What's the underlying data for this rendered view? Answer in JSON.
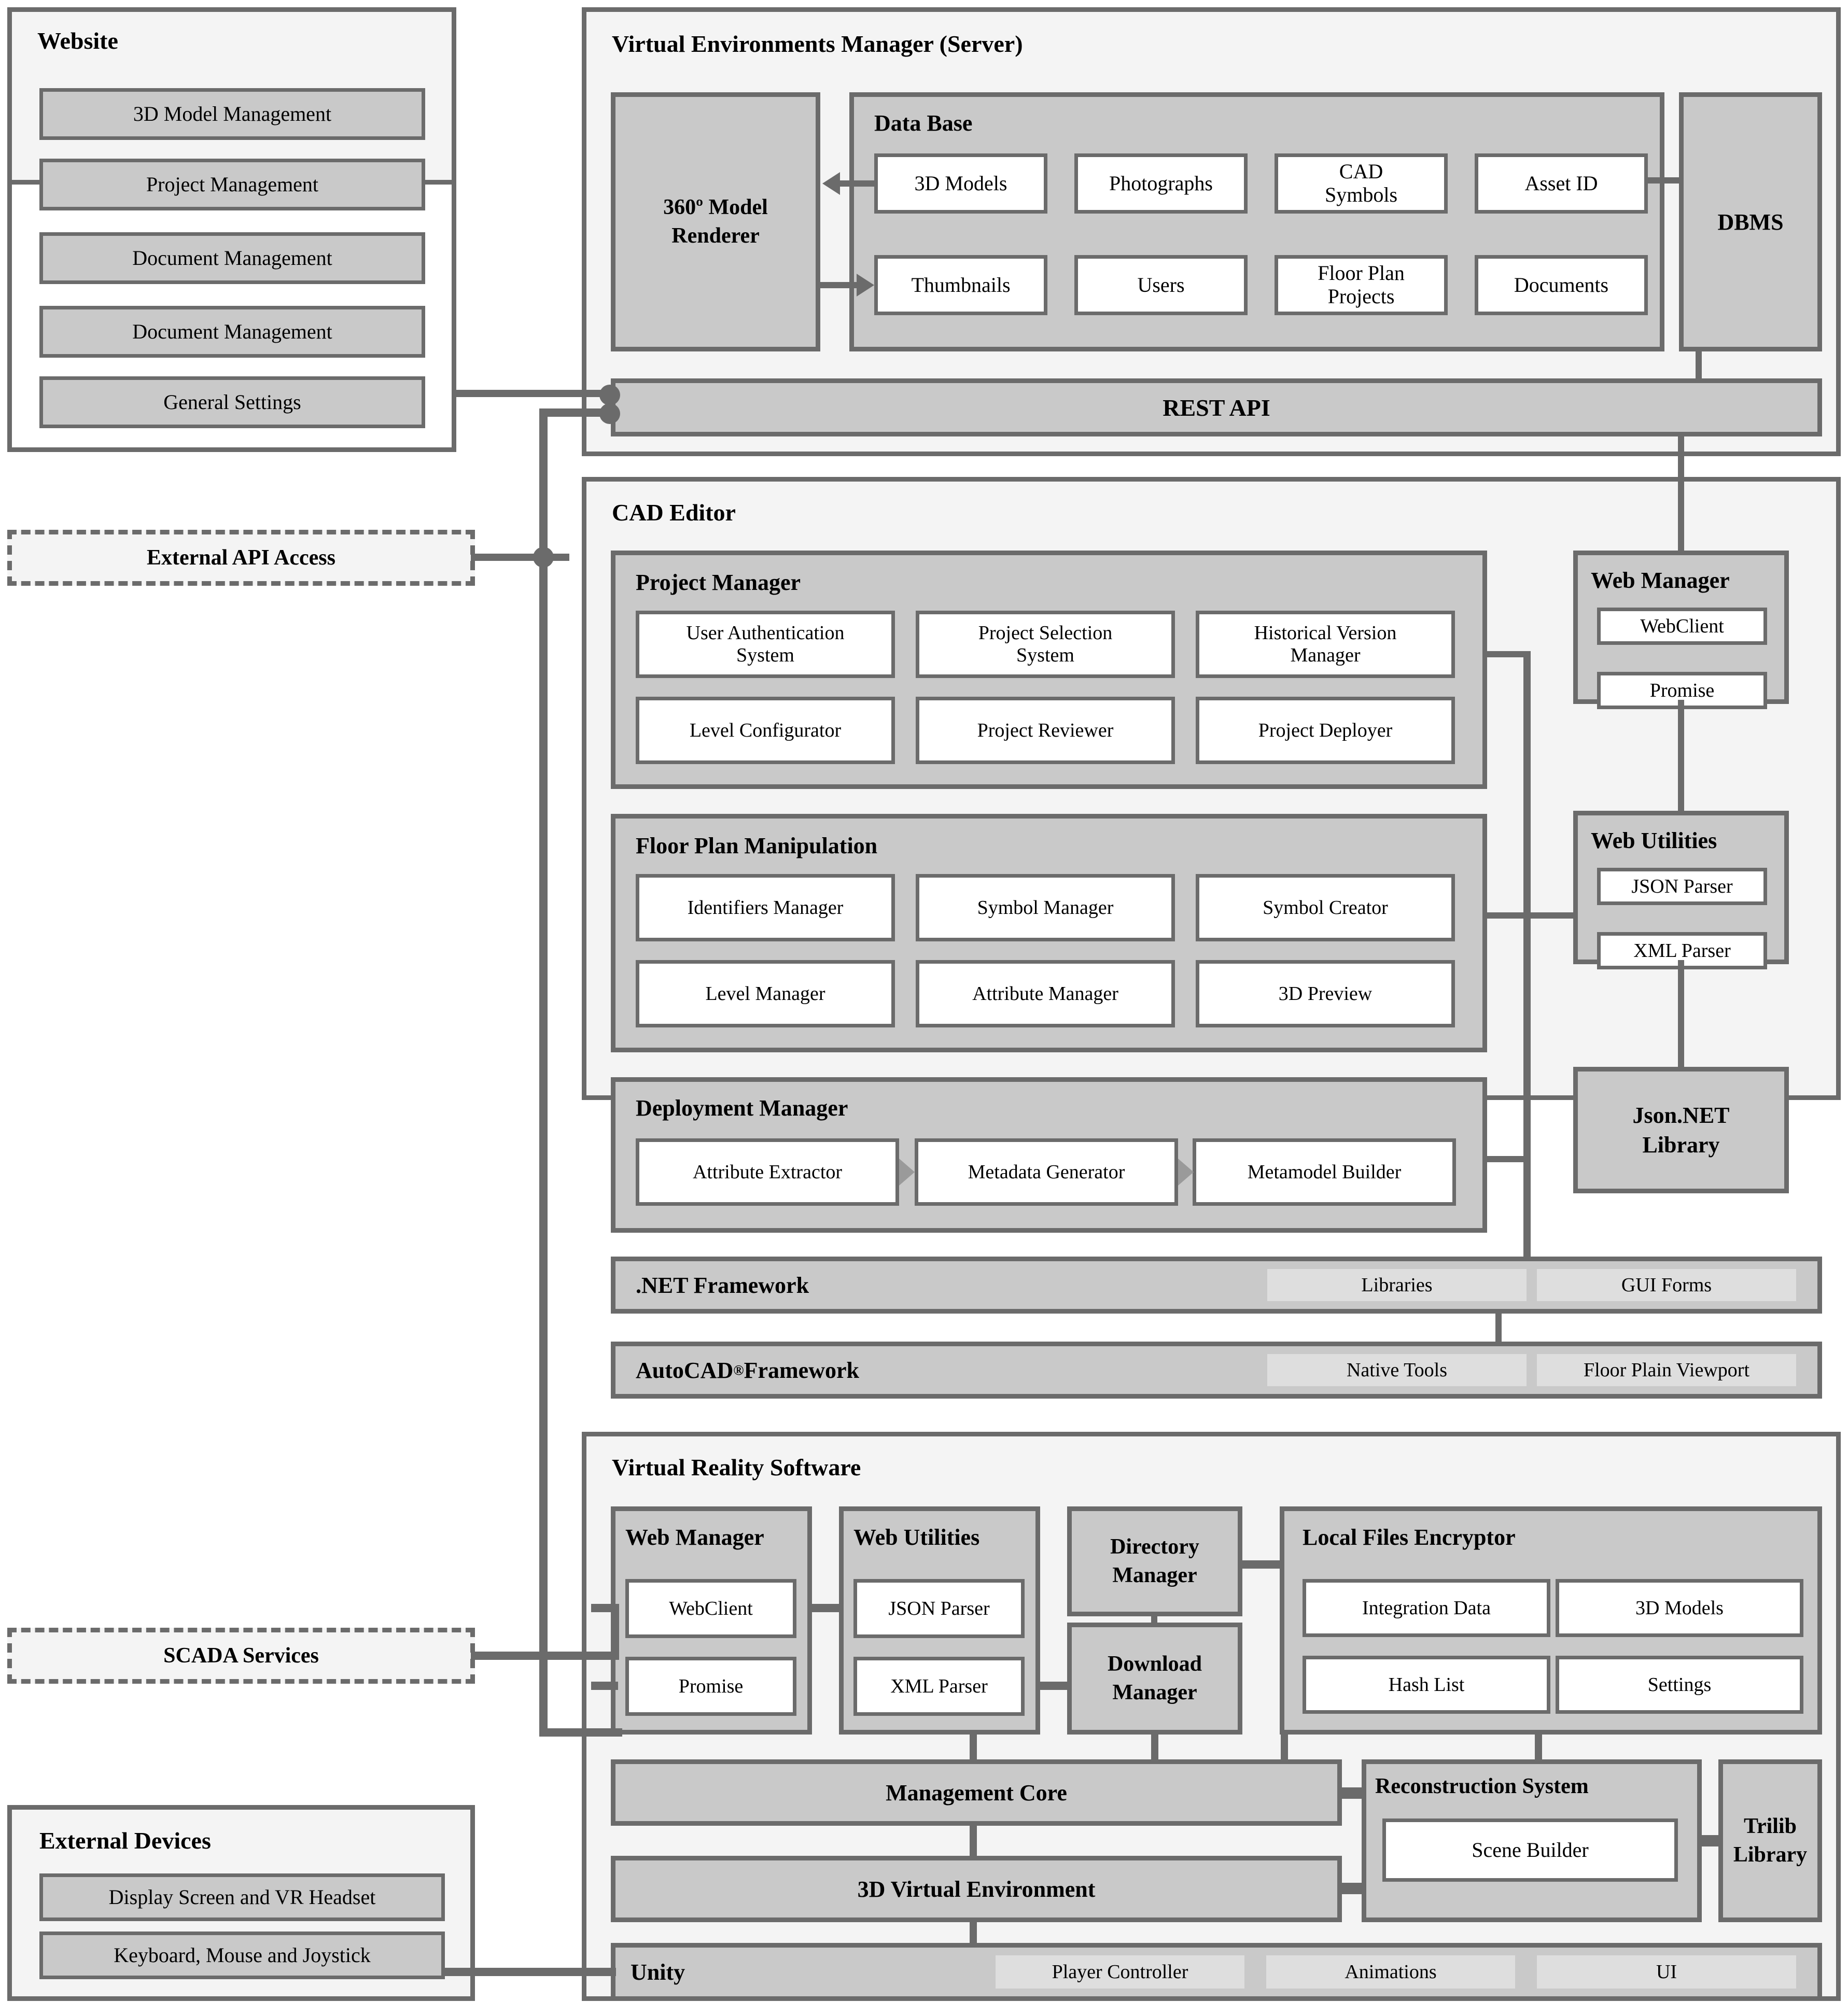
{
  "diagram": {
    "title": "System architecture block diagram",
    "colors": {
      "line": "#6b6b6b",
      "panel_bg": "#f4f4f4",
      "group_bg": "#c9c9c9",
      "leaf_bg": "#ffffff",
      "tag_bg": "#dedede"
    }
  },
  "website": {
    "title": "Website",
    "items": [
      "3D Model Management",
      "Project Management",
      "Document Management",
      "Document Management",
      "General Settings"
    ]
  },
  "external_api": {
    "label": "External API Access"
  },
  "scada": {
    "label": "SCADA Services"
  },
  "external_devices": {
    "title": "External Devices",
    "items": [
      "Display Screen and VR Headset",
      "Keyboard, Mouse and Joystick"
    ]
  },
  "server": {
    "title": "Virtual Environments Manager (Server)",
    "renderer": {
      "line1": "360º Model",
      "line2": "Renderer"
    },
    "database": {
      "title": "Data Base",
      "row1": [
        "3D Models",
        "Photographs",
        "CAD\nSymbols",
        "Asset ID"
      ],
      "row2": [
        "Thumbnails",
        "Users",
        "Floor Plan\nProjects",
        "Documents"
      ],
      "cells": [
        {
          "label": "3D Models"
        },
        {
          "label": "Photographs"
        },
        {
          "label": "CAD Symbols",
          "l1": "CAD",
          "l2": "Symbols"
        },
        {
          "label": "Asset ID"
        },
        {
          "label": "Thumbnails"
        },
        {
          "label": "Users"
        },
        {
          "label": "Floor Plan Projects",
          "l1": "Floor Plan",
          "l2": "Projects"
        },
        {
          "label": "Documents"
        }
      ]
    },
    "dbms": {
      "label": "DBMS"
    },
    "rest_api": {
      "label": "REST API"
    }
  },
  "cad_editor": {
    "title": "CAD Editor",
    "project_manager": {
      "title": "Project Manager",
      "cells": [
        {
          "l1": "User Authentication",
          "l2": "System"
        },
        {
          "l1": "Project Selection",
          "l2": "System"
        },
        {
          "l1": "Historical Version",
          "l2": "Manager"
        },
        {
          "l1": "Level Configurator",
          "l2": ""
        },
        {
          "l1": "Project Reviewer",
          "l2": ""
        },
        {
          "l1": "Project Deployer",
          "l2": ""
        }
      ]
    },
    "floor_plan": {
      "title": "Floor Plan Manipulation",
      "cells": [
        {
          "l1": "Identifiers Manager"
        },
        {
          "l1": "Symbol Manager"
        },
        {
          "l1": "Symbol Creator"
        },
        {
          "l1": "Level Manager"
        },
        {
          "l1": "Attribute Manager"
        },
        {
          "l1": "3D Preview"
        }
      ]
    },
    "deployment": {
      "title": "Deployment Manager",
      "cells": [
        {
          "l1": "Attribute Extractor"
        },
        {
          "l1": "Metadata Generator"
        },
        {
          "l1": "Metamodel Builder"
        }
      ]
    },
    "dotnet": {
      "label": ".NET Framework",
      "tags": [
        "Libraries",
        "GUI Forms"
      ]
    },
    "autocad": {
      "label_pre": "AutoCAD",
      "label_sup": "®",
      "label_post": " Framework",
      "tags": [
        "Native Tools",
        "Floor Plain Viewport"
      ]
    },
    "web_manager": {
      "title": "Web Manager",
      "items": [
        "WebClient",
        "Promise"
      ]
    },
    "web_utilities": {
      "title": "Web Utilities",
      "items": [
        "JSON Parser",
        "XML Parser"
      ]
    },
    "json_net": {
      "l1": "Json.NET",
      "l2": "Library"
    }
  },
  "vr_software": {
    "title": "Virtual Reality Software",
    "web_manager": {
      "title": "Web Manager",
      "items": [
        "WebClient",
        "Promise"
      ]
    },
    "web_utilities": {
      "title": "Web Utilities",
      "items": [
        "JSON Parser",
        "XML Parser"
      ]
    },
    "directory_manager": {
      "l1": "Directory",
      "l2": "Manager"
    },
    "download_manager": {
      "l1": "Download",
      "l2": "Manager"
    },
    "local_files_encryptor": {
      "title": "Local Files Encryptor",
      "cells": [
        "Integration Data",
        "3D Models",
        "Hash List",
        "Settings"
      ]
    },
    "management_core": {
      "label": "Management Core"
    },
    "virtual_environment": {
      "label": "3D Virtual Environment"
    },
    "reconstruction_system": {
      "title": "Reconstruction System",
      "child": "Scene Builder"
    },
    "trilib": {
      "l1": "Trilib",
      "l2": "Library"
    },
    "unity": {
      "label": "Unity",
      "tags": [
        "Player Controller",
        "Animations",
        "UI"
      ]
    }
  }
}
